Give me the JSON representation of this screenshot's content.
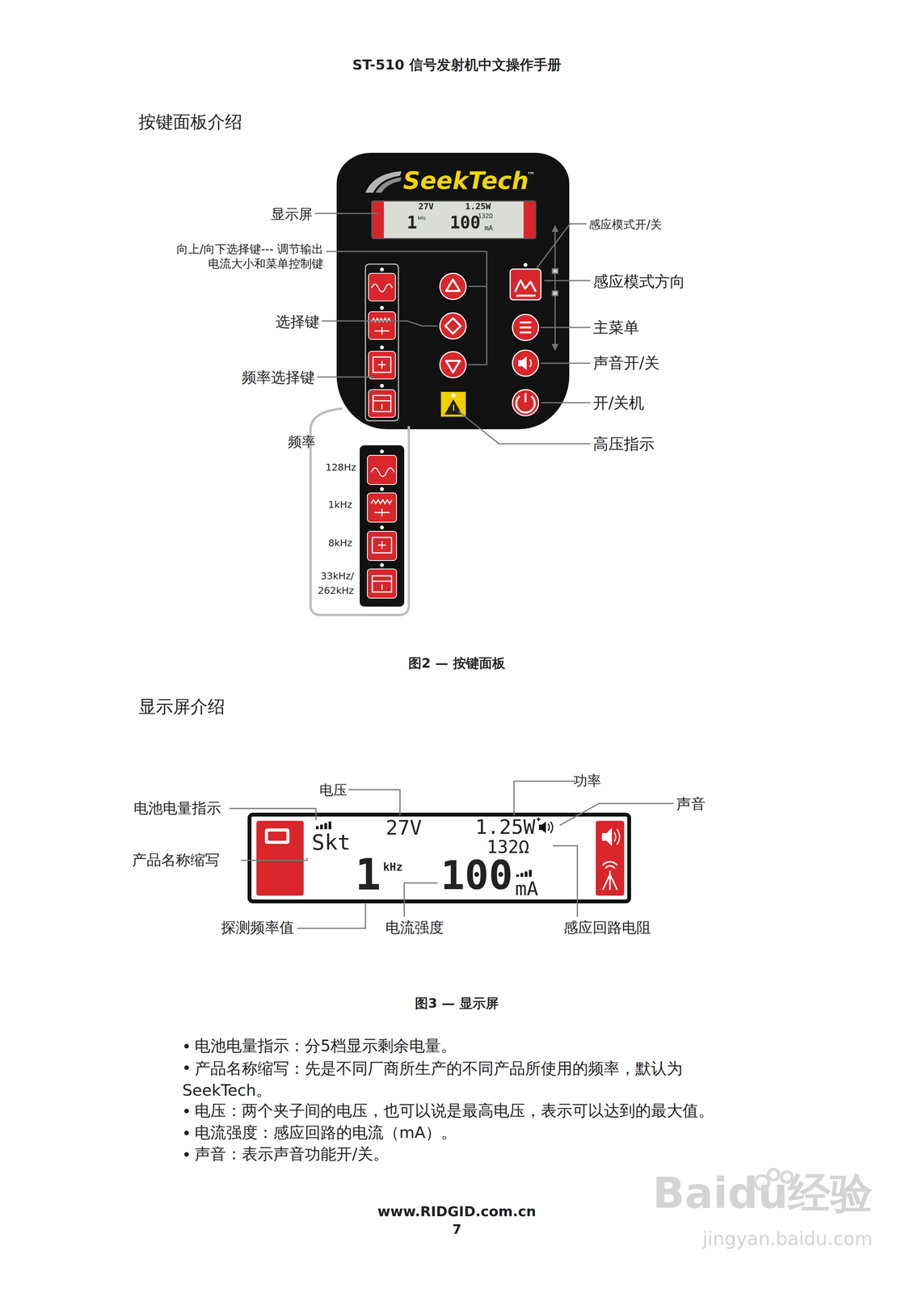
{
  "diagram": {
    "title": "ST-510 信号发射机中文操作手册",
    "nodes": [
      {
        "text": [
          "SeekTech",
          "™"
        ]
      },
      {
        "text": [
          "27V",
          "1.25W",
          "132Ω",
          "1",
          "kHz",
          "100",
          "mA"
        ],
        "in": 0
      },
      {
        "text": [
          "128Hz",
          "1kHz",
          "8kHz",
          "33kHz/ 262kHz"
        ]
      },
      {
        "text": [
          "Skt",
          "27V",
          "1.25W",
          "132Ω",
          "1",
          "kHz",
          "100",
          "mA"
        ]
      }
    ],
    "labels": [
      "按键面板介绍",
      "显示屏",
      "向上/向下选择键--- 调节输出电流大小和菜单控制键",
      "选择键",
      "频率选择键",
      "频率",
      "感应模式开/关",
      "感应模式方向",
      "主菜单",
      "声音开/关",
      "开/关机",
      "高压指示",
      "图2 — 按键面板",
      "显示屏介绍",
      "电压",
      "功率",
      "电池电量指示",
      "声音",
      "产品名称缩写",
      "探测频率值",
      "电流强度",
      "感应回路电阻",
      "图3 — 显示屏",
      "电池电量指示：分5档显示剩余电量。",
      "产品名称缩写：先是不同厂商所生产的不同产品所使用的频率，默认为 SeekTech。",
      "电压：两个夹子间的电压，也可以说是最高电压，表示可以达到的最大值。",
      "电流强度：感应回路的电流（mA）。",
      "声音：表示声音功能开/关。",
      "www.RIDGID.com.cn",
      "7",
      "Baidu经验",
      "jingyan.baidu.com"
    ]
  }
}
